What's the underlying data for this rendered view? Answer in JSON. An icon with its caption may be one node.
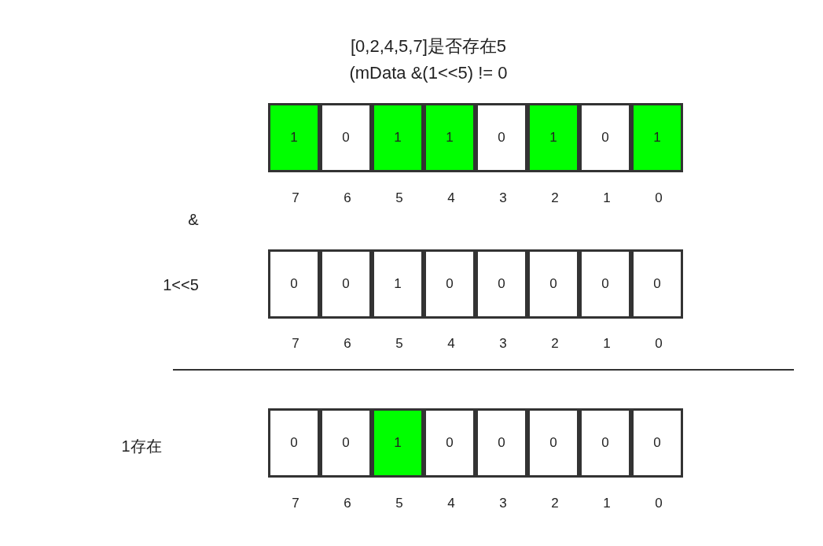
{
  "diagram": {
    "title": "[0,2,4,5,7]是否存在5",
    "nodes": [
      {
        "text": [
          "1"
        ]
      },
      {
        "text": [
          "0"
        ]
      },
      {
        "text": [
          "1"
        ]
      },
      {
        "text": [
          "1"
        ]
      },
      {
        "text": [
          "0"
        ]
      },
      {
        "text": [
          "1"
        ]
      },
      {
        "text": [
          "0"
        ]
      },
      {
        "text": [
          "1"
        ]
      },
      {
        "text": [
          "0"
        ]
      },
      {
        "text": [
          "0"
        ]
      },
      {
        "text": [
          "1"
        ]
      },
      {
        "text": [
          "0"
        ]
      },
      {
        "text": [
          "0"
        ]
      },
      {
        "text": [
          "0"
        ]
      },
      {
        "text": [
          "0"
        ]
      },
      {
        "text": [
          "0"
        ]
      },
      {
        "text": [
          "0"
        ]
      },
      {
        "text": [
          "0"
        ]
      },
      {
        "text": [
          "1"
        ]
      },
      {
        "text": [
          "0"
        ]
      },
      {
        "text": [
          "0"
        ]
      },
      {
        "text": [
          "0"
        ]
      },
      {
        "text": [
          "0"
        ]
      },
      {
        "text": [
          "0"
        ]
      }
    ],
    "labels": [
      "(mData &(1<<5) != 0",
      "7",
      "6",
      "5",
      "4",
      "3",
      "2",
      "1",
      "0",
      "&",
      "1<<5",
      "7",
      "6",
      "5",
      "4",
      "3",
      "2",
      "1",
      "0",
      "1存在",
      "7",
      "6",
      "5",
      "4",
      "3",
      "2",
      "1",
      "0"
    ]
  }
}
